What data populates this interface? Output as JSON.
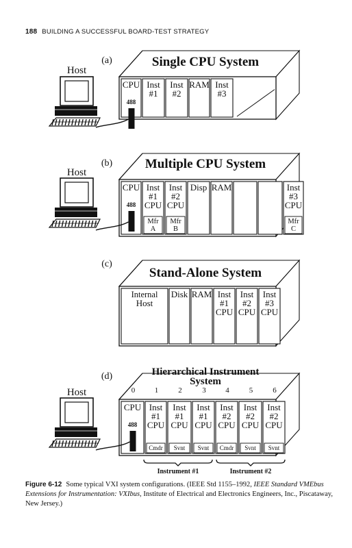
{
  "header": {
    "page_number": "188",
    "running_title": "BUILDING A SUCCESSFUL BOARD-TEST STRATEGY"
  },
  "figure": {
    "panels": [
      {
        "letter": "(a)",
        "title": [
          "Single CPU System"
        ],
        "host": "Host",
        "slot_numbers": [],
        "modules": [
          {
            "lines": [
              "CPU"
            ],
            "chip": "488"
          },
          {
            "lines": [
              "Inst",
              "#1"
            ]
          },
          {
            "lines": [
              "Inst",
              "#2"
            ]
          },
          {
            "lines": [
              "RAM"
            ]
          },
          {
            "lines": [
              "Inst",
              "#3"
            ]
          }
        ]
      },
      {
        "letter": "(b)",
        "title": [
          "Multiple CPU System"
        ],
        "host": "Host",
        "slot_numbers": [],
        "modules": [
          {
            "lines": [
              "CPU"
            ],
            "chip": "488"
          },
          {
            "lines": [
              "Inst",
              "#1",
              "CPU"
            ],
            "bottom": [
              "Mfr",
              "A"
            ]
          },
          {
            "lines": [
              "Inst",
              "#2",
              "CPU"
            ],
            "bottom": [
              "Mfr",
              "B"
            ]
          },
          {
            "lines": [
              "Disp"
            ]
          },
          {
            "lines": [
              "RAM"
            ]
          },
          {
            "lines": []
          },
          {
            "lines": []
          },
          {
            "lines": [
              "Inst",
              "#3",
              "CPU"
            ],
            "bottom": [
              "Mfr",
              "C"
            ]
          }
        ]
      },
      {
        "letter": "(c)",
        "title": [
          "Stand-Alone System"
        ],
        "host": "",
        "slot_numbers": [],
        "modules": [
          {
            "lines": [
              "Internal",
              "Host"
            ]
          },
          {
            "lines": [
              "Disk"
            ]
          },
          {
            "lines": [
              "RAM"
            ]
          },
          {
            "lines": [
              "Inst",
              "#1",
              "CPU"
            ]
          },
          {
            "lines": [
              "Inst",
              "#2",
              "CPU"
            ]
          },
          {
            "lines": [
              "Inst",
              "#3",
              "CPU"
            ]
          }
        ]
      },
      {
        "letter": "(d)",
        "title": [
          "Hierarchical Instrument",
          "System"
        ],
        "host": "Host",
        "slot_numbers": [
          "0",
          "1",
          "2",
          "3",
          "4",
          "5",
          "6"
        ],
        "modules": [
          {
            "lines": [
              "CPU"
            ],
            "chip": "488"
          },
          {
            "lines": [
              "Inst",
              "#1",
              "CPU"
            ],
            "bottom": [
              "Cmdr"
            ]
          },
          {
            "lines": [
              "Inst",
              "#1",
              "CPU"
            ],
            "bottom": [
              "Svnt"
            ]
          },
          {
            "lines": [
              "Inst",
              "#1",
              "CPU"
            ],
            "bottom": [
              "Svnt"
            ]
          },
          {
            "lines": [
              "Inst",
              "#2",
              "CPU"
            ],
            "bottom": [
              "Cmdr"
            ]
          },
          {
            "lines": [
              "Inst",
              "#2",
              "CPU"
            ],
            "bottom": [
              "Svnt"
            ]
          },
          {
            "lines": [
              "Inst",
              "#2",
              "CPU"
            ],
            "bottom": [
              "Svnt"
            ]
          }
        ],
        "groups": [
          "Instrument #1",
          "Instrument #2"
        ]
      }
    ]
  },
  "caption": {
    "label": "Figure 6-12",
    "text_1": "Some typical VXI system configurations. (IEEE Std 1155–1992, ",
    "italic": "IEEE Standard VMEbus Extensions for Instrumentation: VXIbus,",
    "text_2": " Institute of Electrical and Electronics Engineers, Inc., Piscataway, New Jersey.)"
  }
}
